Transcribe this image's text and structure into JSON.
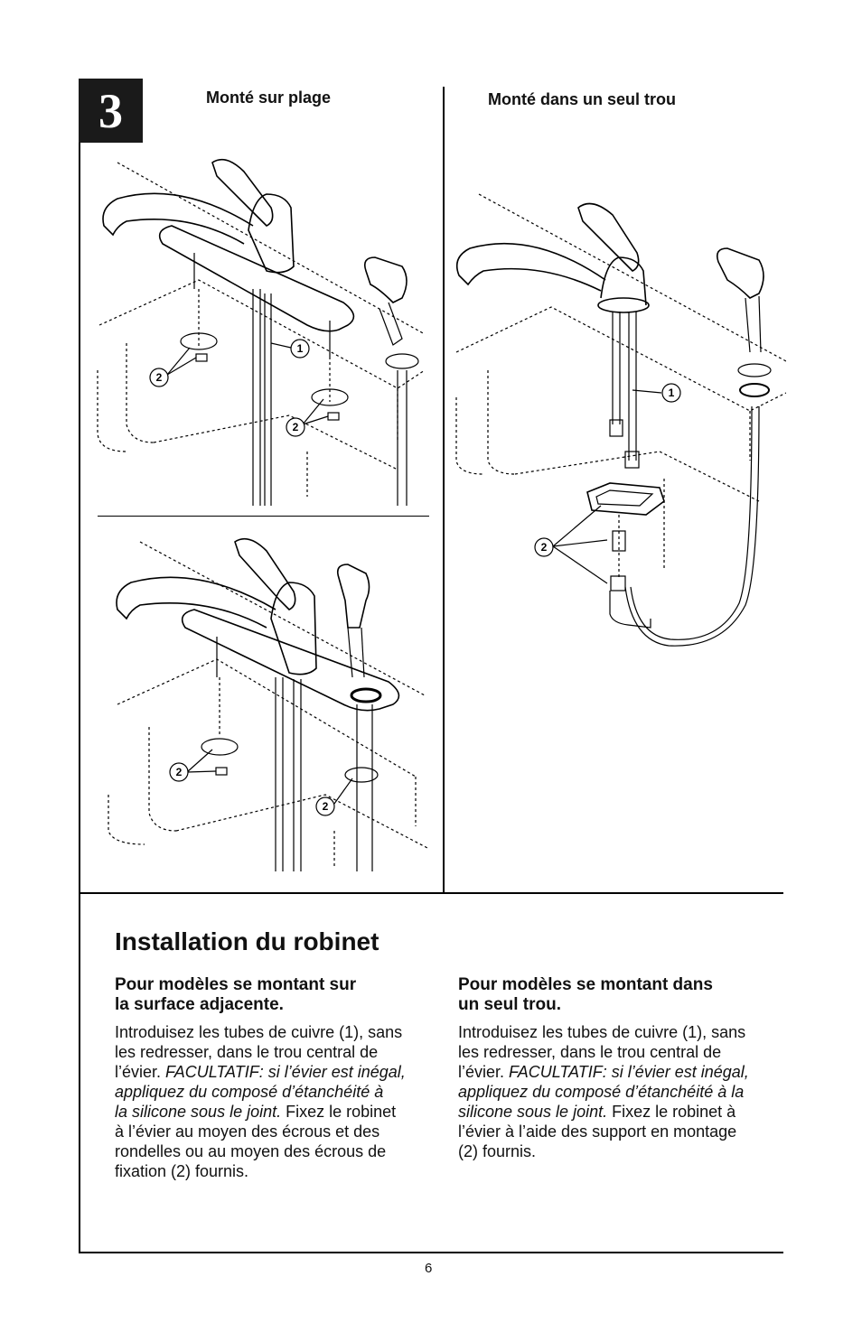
{
  "step": {
    "number": "3"
  },
  "illustrations": {
    "deck_mount_label": "Monté sur plage",
    "single_hole_label": "Monté dans un seul trou",
    "callouts": [
      "1",
      "2"
    ]
  },
  "section": {
    "title": "Installation du robinet",
    "deck": {
      "heading_line1": "Pour modèles se montant sur",
      "heading_line2": "la surface adjacente.",
      "l1": "Introduisez les tubes de cuivre (1), sans",
      "l2": "les redresser, dans le trou central de",
      "l3a": "l’évier. ",
      "l3b": "FACULTATIF: si l’évier est inégal,",
      "l4": "appliquez du composé d’étanchéité à",
      "l5a": "la silicone sous le joint.",
      "l5b": " Fixez le robinet",
      "l6": "à l’évier au moyen des écrous et des",
      "l7": "rondelles ou au moyen des écrous de",
      "l8": "fixation (2) fournis."
    },
    "single": {
      "heading_line1": "Pour modèles se montant dans",
      "heading_line2": "un seul trou.",
      "l1": "Introduisez les tubes de cuivre (1), sans",
      "l2": "les redresser, dans le trou central de",
      "l3a": "l’évier. ",
      "l3b": "FACULTATIF:  si l’évier est inégal,",
      "l4": "appliquez du composé d’étanchéité à la",
      "l5a": "silicone sous le joint.",
      "l5b": " Fixez le robinet à",
      "l6": "l’évier à l’aide des support en montage",
      "l7": "(2) fournis."
    }
  },
  "page_number": "6",
  "colors": {
    "ink": "#111111",
    "step_box": "#1a1a1a"
  }
}
